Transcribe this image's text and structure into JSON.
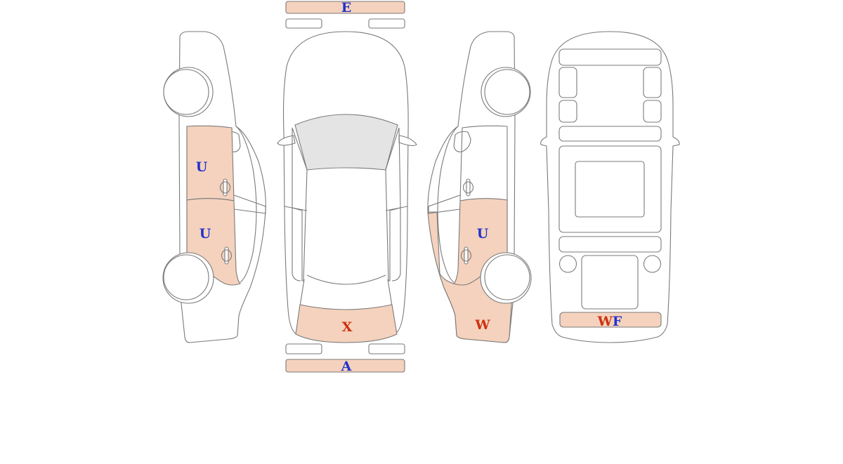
{
  "colors": {
    "outline": "#7a7a7a",
    "damage_fill": "#f5d2bd",
    "glass_fill": "#e4e4e4",
    "code_blue": "#2233cc",
    "code_red": "#cc3311",
    "background": "#ffffff"
  },
  "codes": {
    "front_bumper": "E",
    "rear_bumper": "A",
    "trunk_lid": "X",
    "left_front_door": "U",
    "left_rear_door": "U",
    "right_rear_door": "U",
    "right_rear_quarter": "W",
    "rear_panel_part1": "W",
    "rear_panel_part2": "F"
  }
}
